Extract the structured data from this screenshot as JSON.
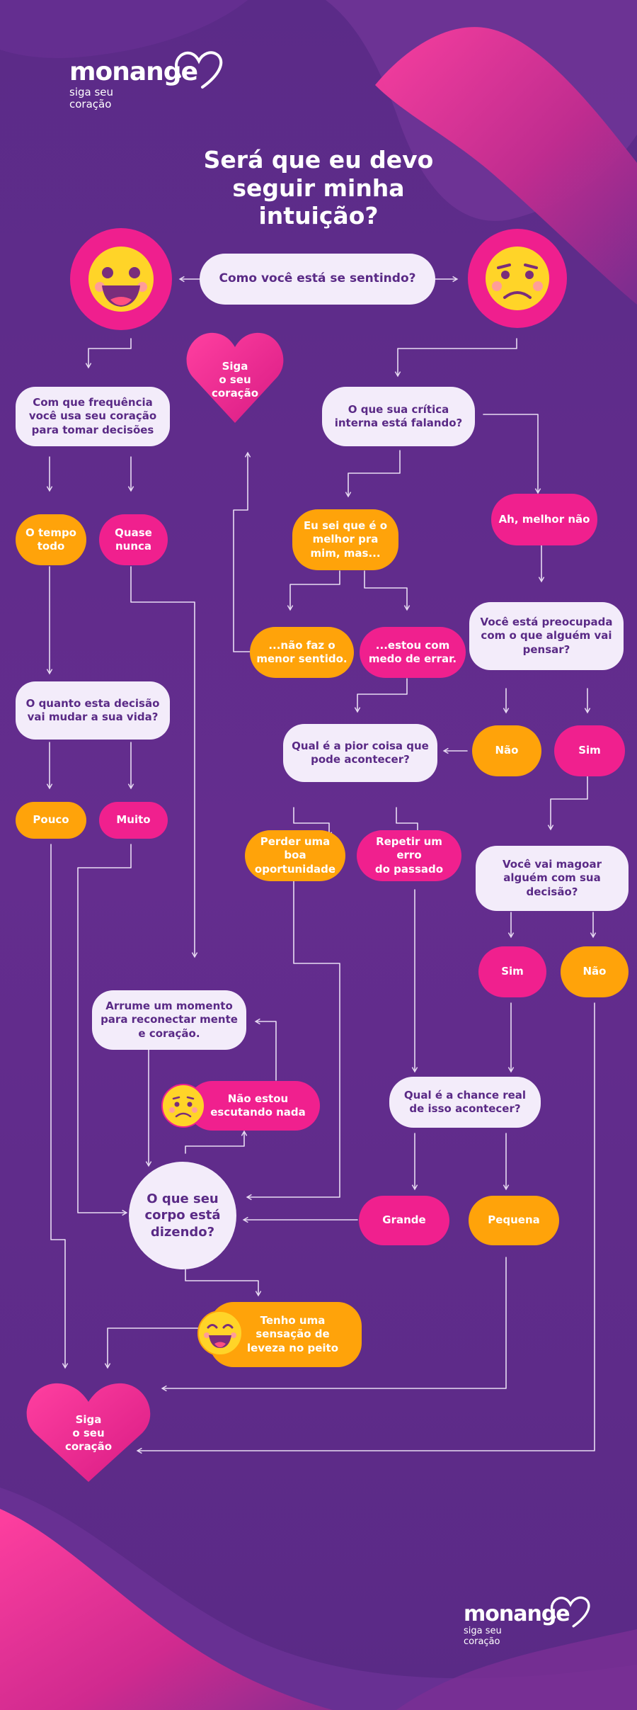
{
  "brand": {
    "name": "monange",
    "tagline": "siga seu\ncoração"
  },
  "title": "Será que eu devo\nseguir minha\nintuição?",
  "nodes": {
    "start": "Como você está se sentindo?",
    "frequency": "Com que frequência\nvocê usa seu coração\npara tomar decisões",
    "critic": "O que sua crítica\ninterna está falando?",
    "time": "O tempo\ntodo",
    "rarely": "Quase\nnunca",
    "know_best": "Eu sei que é o\nmelhor pra\nmim, mas...",
    "better_not": "Ah, melhor não",
    "no_sense": "...não faz o\nmenor sentido.",
    "fear": "...estou com\nmedo de errar.",
    "worried": "Você está preocupada\ncom o que alguém vai\npensar?",
    "impact": "O quanto esta decisão\nvai mudar a sua vida?",
    "worst": "Qual é a pior coisa que\npode acontecer?",
    "no1": "Não",
    "yes1": "Sim",
    "little": "Pouco",
    "much": "Muito",
    "lose_opportunity": "Perder uma boa\noportunidade",
    "repeat_mistake": "Repetir um erro\ndo passado",
    "hurt": "Você vai magoar\nalguém com sua\ndecisão?",
    "yes2": "Sim",
    "no2": "Não",
    "reconnect": "Arrume um momento\npara reconectar mente\ne coração.",
    "not_listening": "Não estou\nescutando nada",
    "chance": "Qual é a chance real\nde isso acontecer?",
    "body": "O que seu\ncorpo está\ndizendo?",
    "big": "Grande",
    "small": "Pequena",
    "lightness": "Tenho uma\nsensação de\nleveza no peito"
  },
  "hearts": {
    "top": "Siga\no seu\ncoração",
    "bottom": "Siga\no seu\ncoração"
  },
  "icons": {
    "happy": "happy-face-icon",
    "sad": "sad-face-icon",
    "heart": "heart-icon",
    "logo_heart": "heart-outline-icon"
  },
  "colors": {
    "background": "#5a2a86",
    "pink": "#f0208e",
    "orange": "#ffa30a",
    "light": "#f3ecfa",
    "text_dark": "#5a2a86",
    "emoji": "#ffd428"
  }
}
